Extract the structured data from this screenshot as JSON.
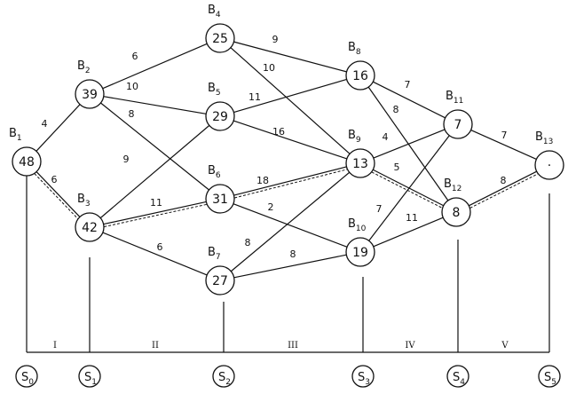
{
  "nodes": {
    "B1": {
      "label": "B",
      "sub": "1",
      "value": "48"
    },
    "B2": {
      "label": "B",
      "sub": "2",
      "value": "39"
    },
    "B3": {
      "label": "B",
      "sub": "3",
      "value": "42"
    },
    "B4": {
      "label": "B",
      "sub": "4",
      "value": "25"
    },
    "B5": {
      "label": "B",
      "sub": "5",
      "value": "29"
    },
    "B6": {
      "label": "B",
      "sub": "6",
      "value": "31"
    },
    "B7": {
      "label": "B",
      "sub": "7",
      "value": "27"
    },
    "B8": {
      "label": "B",
      "sub": "8",
      "value": "16"
    },
    "B9": {
      "label": "B",
      "sub": "9",
      "value": "13"
    },
    "B10": {
      "label": "B",
      "sub": "10",
      "value": "19"
    },
    "B11": {
      "label": "B",
      "sub": "11",
      "value": "7"
    },
    "B12": {
      "label": "B",
      "sub": "12",
      "value": "8"
    },
    "B13": {
      "label": "B",
      "sub": "13",
      "value": "·"
    }
  },
  "edges": [
    {
      "from": "B1",
      "to": "B2",
      "weight": "4",
      "optimal": false
    },
    {
      "from": "B1",
      "to": "B3",
      "weight": "6",
      "optimal": true
    },
    {
      "from": "B2",
      "to": "B4",
      "weight": "6",
      "optimal": false
    },
    {
      "from": "B2",
      "to": "B5",
      "weight": "10",
      "optimal": false
    },
    {
      "from": "B2",
      "to": "B6",
      "weight": "8",
      "optimal": false
    },
    {
      "from": "B3",
      "to": "B5",
      "weight": "9",
      "optimal": false
    },
    {
      "from": "B3",
      "to": "B6",
      "weight": "11",
      "optimal": true
    },
    {
      "from": "B3",
      "to": "B7",
      "weight": "6",
      "optimal": false
    },
    {
      "from": "B4",
      "to": "B8",
      "weight": "9",
      "optimal": false
    },
    {
      "from": "B4",
      "to": "B9",
      "weight": "10",
      "optimal": false
    },
    {
      "from": "B5",
      "to": "B8",
      "weight": "11",
      "optimal": false
    },
    {
      "from": "B5",
      "to": "B9",
      "weight": "16",
      "optimal": false
    },
    {
      "from": "B6",
      "to": "B9",
      "weight": "18",
      "optimal": true
    },
    {
      "from": "B6",
      "to": "B10",
      "weight": "2",
      "optimal": false
    },
    {
      "from": "B7",
      "to": "B9",
      "weight": "8",
      "optimal": false
    },
    {
      "from": "B7",
      "to": "B10",
      "weight": "8",
      "optimal": false
    },
    {
      "from": "B8",
      "to": "B11",
      "weight": "7",
      "optimal": false
    },
    {
      "from": "B8",
      "to": "B12",
      "weight": "8",
      "optimal": false
    },
    {
      "from": "B9",
      "to": "B11",
      "weight": "4",
      "optimal": false
    },
    {
      "from": "B9",
      "to": "B12",
      "weight": "5",
      "optimal": true
    },
    {
      "from": "B10",
      "to": "B11",
      "weight": "7",
      "optimal": false
    },
    {
      "from": "B10",
      "to": "B12",
      "weight": "11",
      "optimal": false
    },
    {
      "from": "B11",
      "to": "B13",
      "weight": "7",
      "optimal": false
    },
    {
      "from": "B12",
      "to": "B13",
      "weight": "8",
      "optimal": true
    }
  ],
  "stages": [
    "S",
    "S",
    "S",
    "S",
    "S",
    "S"
  ],
  "stage_subs": [
    "0",
    "1",
    "2",
    "3",
    "4",
    "5"
  ],
  "intervals": [
    "I",
    "II",
    "III",
    "IV",
    "V"
  ]
}
